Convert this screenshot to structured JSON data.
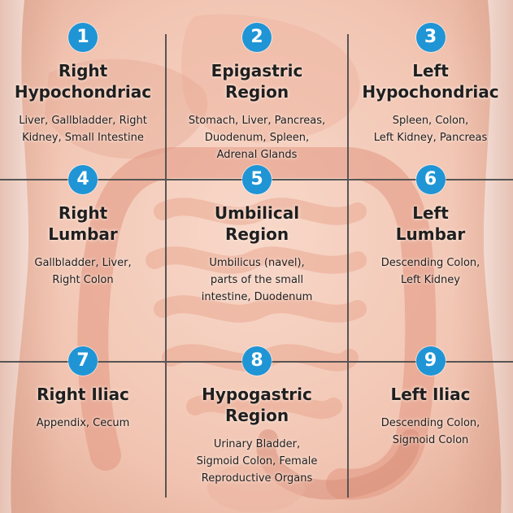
{
  "colors": {
    "badge": "#1f95d6",
    "gridline": "#555555",
    "skin": "#f3c4b1",
    "intestine": "#d9795f"
  },
  "regions": [
    {
      "number": "1",
      "title": "Right\nHypochondriac",
      "organs": "Liver, Gallbladder, Right\nKidney, Small Intestine"
    },
    {
      "number": "2",
      "title": "Epigastric\nRegion",
      "organs": "Stomach, Liver, Pancreas,\nDuodenum, Spleen,\nAdrenal Glands"
    },
    {
      "number": "3",
      "title": "Left\nHypochondriac",
      "organs": "Spleen, Colon,\nLeft Kidney, Pancreas"
    },
    {
      "number": "4",
      "title": "Right\nLumbar",
      "organs": "Gallbladder, Liver,\nRight Colon"
    },
    {
      "number": "5",
      "title": "Umbilical\nRegion",
      "organs": "Umbilicus (navel),\nparts of the small\nintestine, Duodenum"
    },
    {
      "number": "6",
      "title": "Left\nLumbar",
      "organs": "Descending Colon,\nLeft Kidney"
    },
    {
      "number": "7",
      "title": "Right Iliac",
      "organs": "Appendix, Cecum"
    },
    {
      "number": "8",
      "title": "Hypogastric\nRegion",
      "organs": "Urinary Bladder,\nSigmoid Colon, Female\nReproductive Organs"
    },
    {
      "number": "9",
      "title": "Left Iliac",
      "organs": "Descending Colon,\nSigmoid Colon"
    }
  ]
}
